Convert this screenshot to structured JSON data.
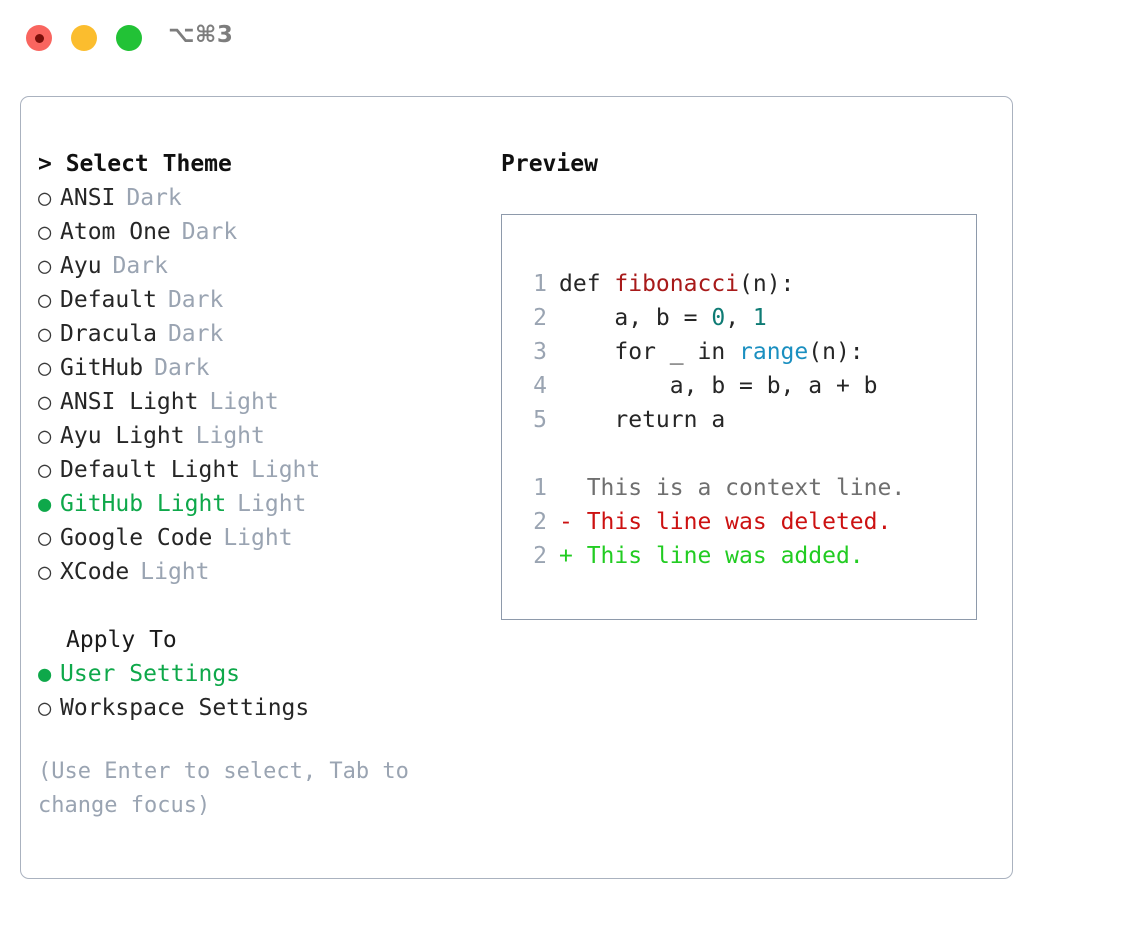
{
  "titlebar": {
    "shortcut": "⌥⌘3",
    "lights": [
      {
        "name": "close-button",
        "color": "#f9655f"
      },
      {
        "name": "minimize-button",
        "color": "#fbbd2e"
      },
      {
        "name": "maximize-button",
        "color": "#22c236"
      }
    ]
  },
  "theme_picker": {
    "header": "> Select Theme",
    "bullet_unselected": "○",
    "bullet_selected": "●",
    "selected_color": "#0ea84a",
    "items": [
      {
        "label": "ANSI",
        "badge": "Dark",
        "selected": false
      },
      {
        "label": "Atom One",
        "badge": "Dark",
        "selected": false
      },
      {
        "label": "Ayu",
        "badge": "Dark",
        "selected": false
      },
      {
        "label": "Default",
        "badge": "Dark",
        "selected": false
      },
      {
        "label": "Dracula",
        "badge": "Dark",
        "selected": false
      },
      {
        "label": "GitHub",
        "badge": "Dark",
        "selected": false
      },
      {
        "label": "ANSI Light",
        "badge": "Light",
        "selected": false
      },
      {
        "label": "Ayu Light",
        "badge": "Light",
        "selected": false
      },
      {
        "label": "Default Light",
        "badge": "Light",
        "selected": false
      },
      {
        "label": "GitHub Light",
        "badge": "Light",
        "selected": true
      },
      {
        "label": "Google Code",
        "badge": "Light",
        "selected": false
      },
      {
        "label": "XCode",
        "badge": "Light",
        "selected": false
      }
    ]
  },
  "apply_to": {
    "title": "Apply To",
    "items": [
      {
        "label": "User Settings",
        "selected": true
      },
      {
        "label": "Workspace Settings",
        "selected": false
      }
    ]
  },
  "hint": {
    "line1": "(Use Enter to select, Tab to",
    "line2": "change focus)"
  },
  "preview": {
    "title": "Preview",
    "code": [
      {
        "num": "1",
        "segments": [
          {
            "text": "def ",
            "style": "plain"
          },
          {
            "text": "fibonacci",
            "style": "fn"
          },
          {
            "text": "(n):",
            "style": "plain"
          }
        ]
      },
      {
        "num": "2",
        "segments": [
          {
            "text": "    a, b = ",
            "style": "plain"
          },
          {
            "text": "0",
            "style": "num"
          },
          {
            "text": ", ",
            "style": "plain"
          },
          {
            "text": "1",
            "style": "num"
          }
        ]
      },
      {
        "num": "3",
        "segments": [
          {
            "text": "    for _ in ",
            "style": "plain"
          },
          {
            "text": "range",
            "style": "call"
          },
          {
            "text": "(n):",
            "style": "plain"
          }
        ]
      },
      {
        "num": "4",
        "segments": [
          {
            "text": "        a, b = b, a + b",
            "style": "plain"
          }
        ]
      },
      {
        "num": "5",
        "segments": [
          {
            "text": "    return a",
            "style": "plain"
          }
        ]
      }
    ],
    "diff": [
      {
        "num": "1",
        "marker": " ",
        "text": "This is a context line.",
        "kind": "context"
      },
      {
        "num": "2",
        "marker": "-",
        "text": "This line was deleted.",
        "kind": "deleted"
      },
      {
        "num": "2",
        "marker": "+",
        "text": "This line was added.",
        "kind": "added"
      }
    ]
  }
}
